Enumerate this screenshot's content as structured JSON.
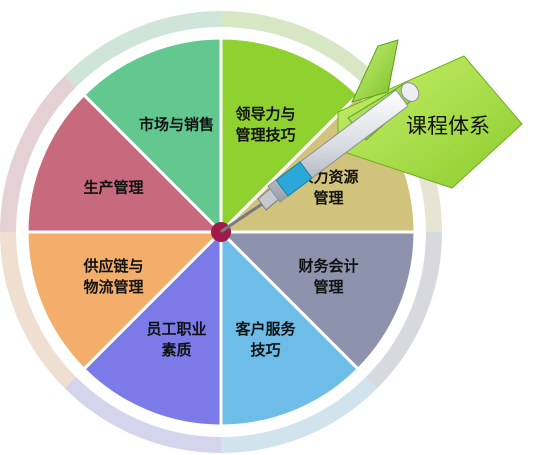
{
  "title": "课程体系",
  "segments": [
    {
      "id": "leadership",
      "lines": [
        "领导力与",
        "管理技巧"
      ],
      "color": "#8fd12f"
    },
    {
      "id": "hr",
      "lines": [
        "人力资源",
        "管理"
      ],
      "color": "#d2c37c"
    },
    {
      "id": "finance",
      "lines": [
        "财务会计",
        "管理"
      ],
      "color": "#8d93ad"
    },
    {
      "id": "service",
      "lines": [
        "客户服务",
        "技巧"
      ],
      "color": "#6dbde8"
    },
    {
      "id": "staff",
      "lines": [
        "员工职业",
        "素质"
      ],
      "color": "#7b7ae8"
    },
    {
      "id": "supply",
      "lines": [
        "供应链与",
        "物流管理"
      ],
      "color": "#f2ae6a"
    },
    {
      "id": "production",
      "lines": [
        "生产管理"
      ],
      "color": "#c76a7e"
    },
    {
      "id": "marketing",
      "lines": [
        "市场与销售"
      ],
      "color": "#63c890"
    }
  ],
  "colors": {
    "outer_ring": "#eeeeee",
    "banner": "#a6e04a",
    "hub": "#9e1b4a",
    "dart_body": "#e5e7ec",
    "dart_band": "#2aa8d8"
  }
}
